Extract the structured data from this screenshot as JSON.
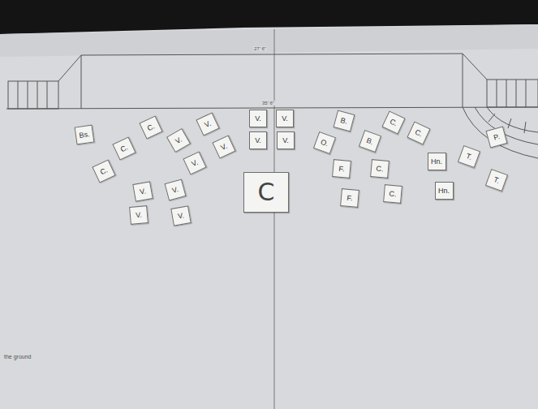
{
  "diagram": {
    "nodes": [
      {
        "text": [
          "Bs."
        ]
      },
      {
        "text": [
          "C."
        ]
      },
      {
        "text": [
          "C."
        ]
      },
      {
        "text": [
          "C."
        ]
      },
      {
        "text": [
          "V."
        ]
      },
      {
        "text": [
          "V."
        ]
      },
      {
        "text": [
          "V."
        ]
      },
      {
        "text": [
          "V."
        ]
      },
      {
        "text": [
          "V."
        ]
      },
      {
        "text": [
          "V."
        ]
      },
      {
        "text": [
          "V."
        ]
      },
      {
        "text": [
          "V."
        ]
      },
      {
        "text": [
          "V."
        ]
      },
      {
        "text": [
          "V."
        ]
      },
      {
        "text": [
          "V."
        ]
      },
      {
        "text": [
          "V."
        ]
      },
      {
        "text": [
          "C"
        ]
      },
      {
        "text": [
          "B."
        ]
      },
      {
        "text": [
          "O."
        ]
      },
      {
        "text": [
          "B."
        ]
      },
      {
        "text": [
          "C."
        ]
      },
      {
        "text": [
          "C."
        ]
      },
      {
        "text": [
          "F."
        ]
      },
      {
        "text": [
          "C."
        ]
      },
      {
        "text": [
          "F."
        ]
      },
      {
        "text": [
          "C."
        ]
      },
      {
        "text": [
          "Hn."
        ]
      },
      {
        "text": [
          "Hn."
        ]
      },
      {
        "text": [
          "T."
        ]
      },
      {
        "text": [
          "T."
        ]
      },
      {
        "text": [
          "P."
        ]
      }
    ],
    "labels": [
      "27' 6\"",
      "35' 6\"",
      "the ground"
    ]
  }
}
